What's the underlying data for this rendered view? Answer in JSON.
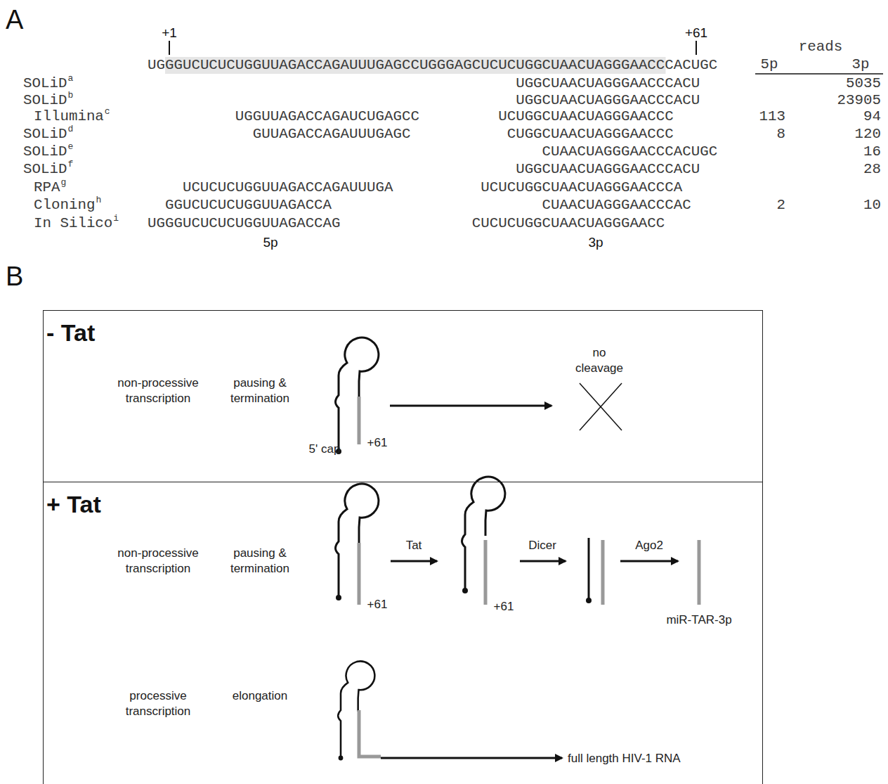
{
  "diagram": {
    "nodes": [
      {
        "text": [
          "- Tat"
        ]
      },
      {
        "text": [
          "+ Tat"
        ]
      }
    ],
    "labels": [
      "A",
      "+1",
      "+61",
      "UGGGUCUCUCUGGUUAGACCAGAUUUGAGCCUGGGAGCUCUCUGGCUAACUAGGGAACCCACUGC",
      "reads",
      "5p",
      "3p",
      "SOLiD",
      "a",
      "UGGCUAACUAGGGAACCCACU",
      "5035",
      "SOLiD",
      "b",
      "UGGCUAACUAGGGAACCCACU",
      "23905",
      "Illumina",
      "c",
      "UGGUUAGACCAGAUCUGAGCC",
      "UCUGGCUAACUAGGGAACCC",
      "113",
      "94",
      "SOLiD",
      "d",
      "GUUAGACCAGAUUUGAGC",
      "CUGGCUAACUAGGGAACCC",
      "8",
      "120",
      "SOLiD",
      "e",
      "CUAACUAGGGAACCCACUGC",
      "16",
      "SOLiD",
      "f",
      "UGGCUAACUAGGGAACCCACU",
      "28",
      "RPA",
      "g",
      "UCUCUCUGGUUAGACCAGAUUUGA",
      "UCUCUGGCUAACUAGGGAACCCA",
      "Cloning",
      "h",
      "GGUCUCUCUGGUUAGACCA",
      "CUAACUAGGGAACCCAC",
      "2",
      "10",
      "In Silico",
      "i",
      "UGGGUCUCUCUGGUUAGACCAG",
      "CUCUCUGGCUAACUAGGGAACC",
      "5p",
      "3p",
      "B",
      "non-processive transcription",
      "pausing & termination",
      "no cleavage",
      "5' cap",
      "+61",
      "non-processive transcription",
      "pausing & termination",
      "Tat",
      "+61",
      "Dicer",
      "+61",
      "Ago2",
      "miR-TAR-3p",
      "processive transcription",
      "elongation",
      "full length HIV-1 RNA"
    ]
  }
}
